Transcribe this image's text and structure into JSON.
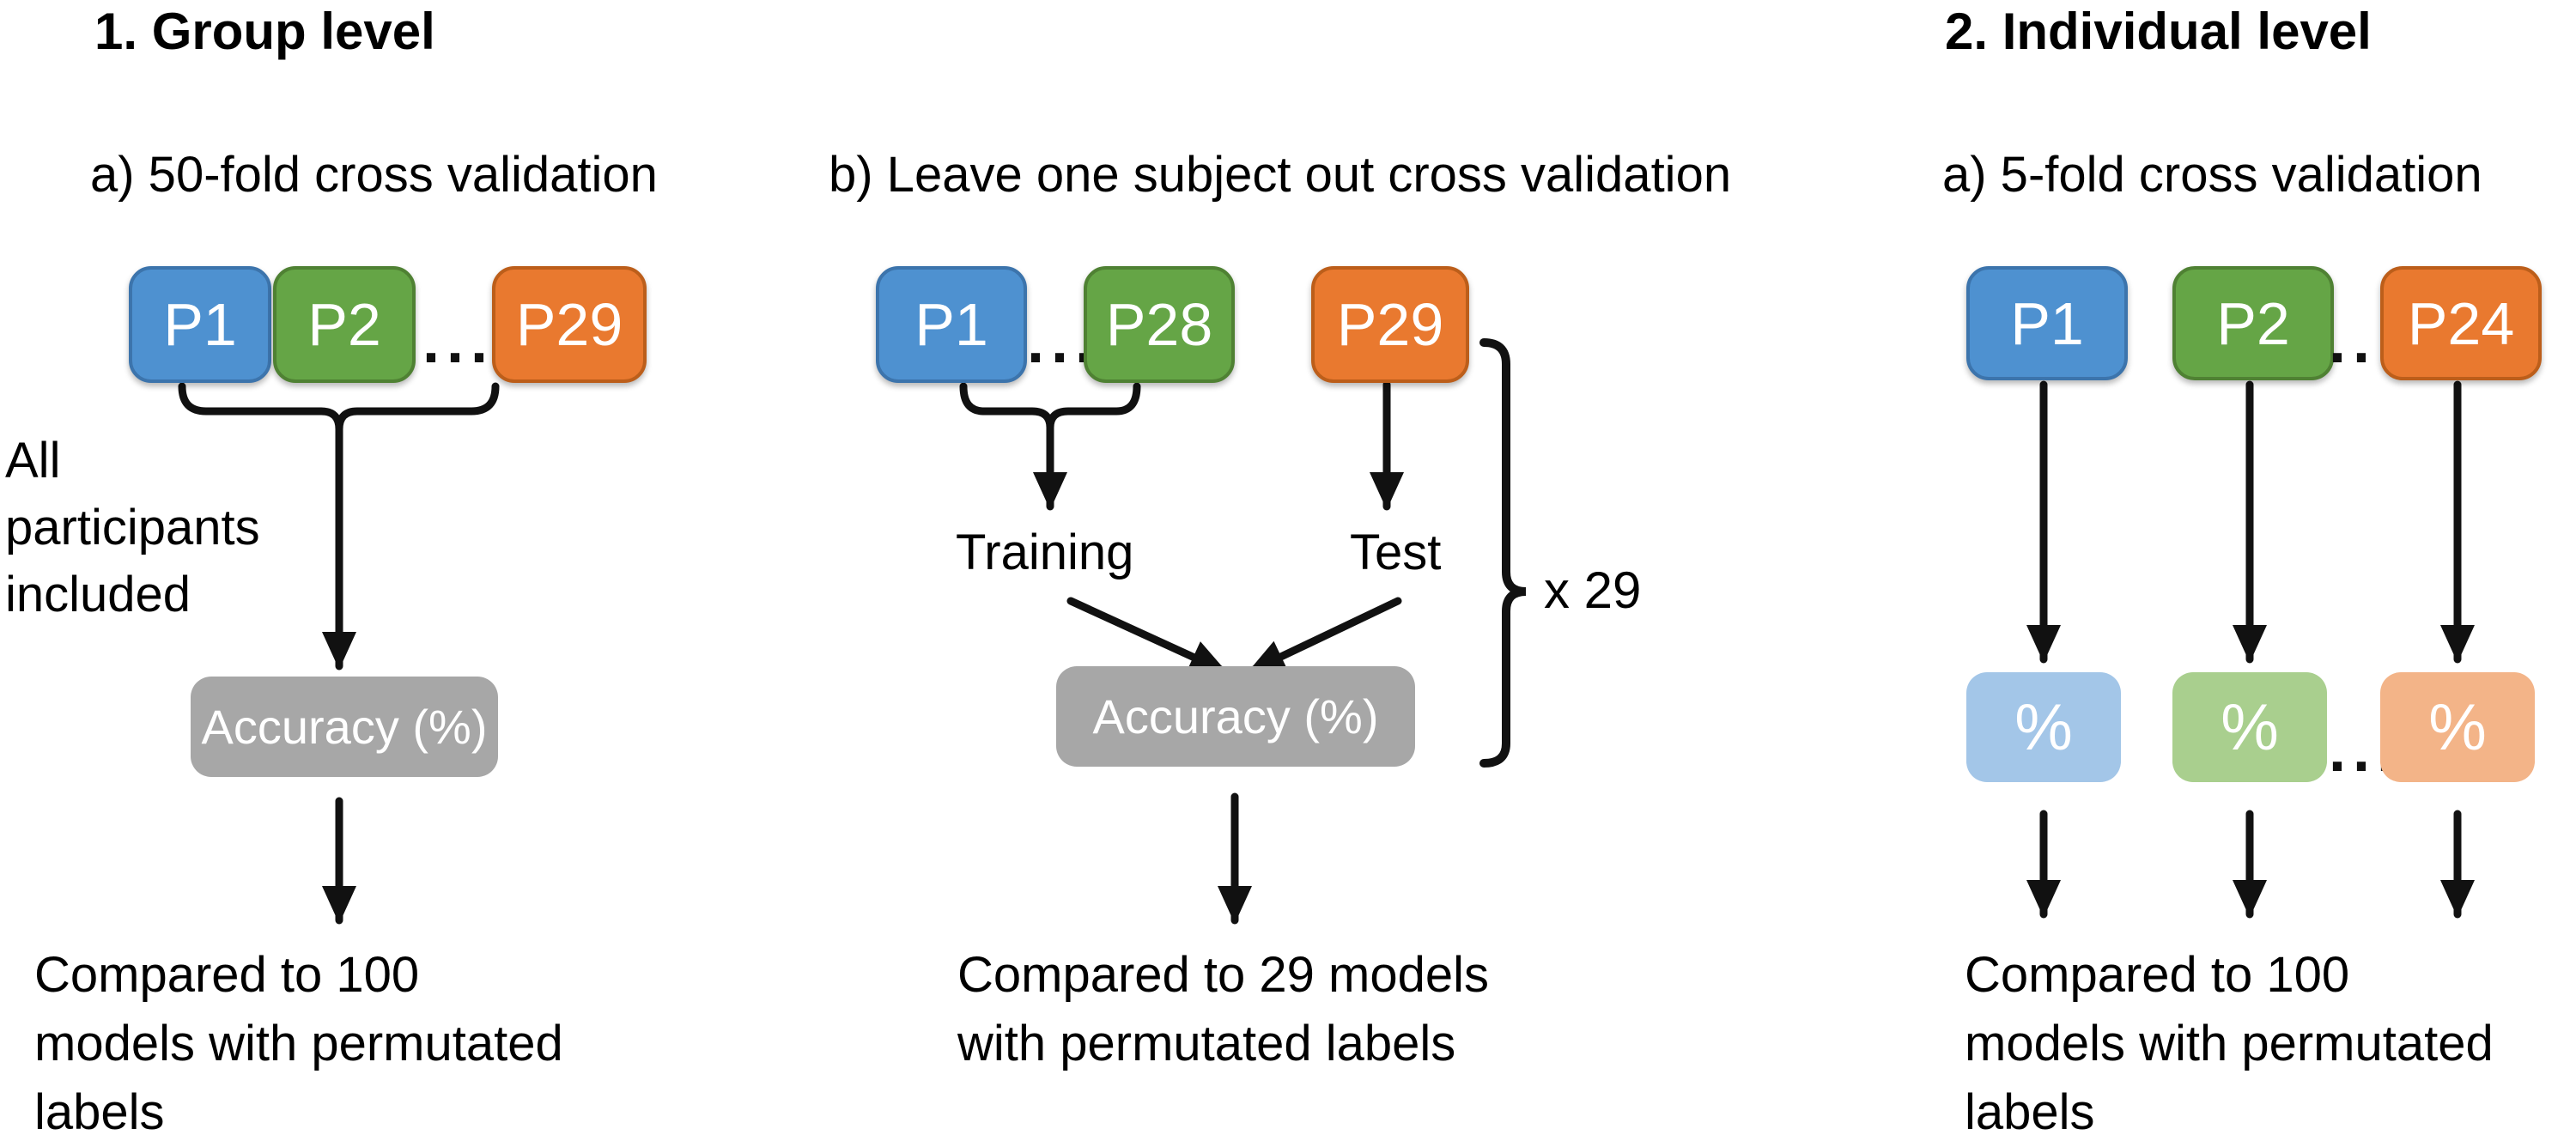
{
  "palette": {
    "blue": "#4E91D0",
    "blue_border": "#3C74AC",
    "green": "#65A546",
    "green_border": "#4F8133",
    "orange": "#E9792F",
    "orange_border": "#BC5E1A",
    "gray": "#A7A7A7",
    "light_blue": "#A3C6E8",
    "light_green": "#A9CF8E",
    "light_orange": "#F3B488",
    "line_color": "#111111",
    "box_text_color": "#FFFFFF",
    "text_color": "#000000"
  },
  "sections": {
    "group": {
      "title": "1. Group level",
      "subtitle": "a) 50-fold cross validation",
      "participants": [
        "P1",
        "P2",
        "P29"
      ],
      "ellipsis": "...",
      "side_note_lines": [
        "All",
        "participants",
        "included"
      ],
      "accuracy_label": "Accuracy (%)",
      "result_lines": [
        "Compared to 100",
        "models with permutated",
        "labels"
      ]
    },
    "loso": {
      "subtitle": "b) Leave one subject out cross validation",
      "participants": [
        "P1",
        "P28",
        "P29"
      ],
      "ellipsis": "...",
      "training_label": "Training",
      "test_label": "Test",
      "repeat_label": "x 29",
      "accuracy_label": "Accuracy (%)",
      "result_lines": [
        "Compared to 29 models",
        "with permutated labels"
      ]
    },
    "individual": {
      "title": "2. Individual level",
      "subtitle": "a) 5-fold cross validation",
      "participants": [
        "P1",
        "P2",
        "P24"
      ],
      "ellipsis": "...",
      "percent_labels": [
        "%",
        "%",
        "%"
      ],
      "result_lines": [
        "Compared to 100",
        "models with permutated",
        "labels"
      ]
    }
  }
}
